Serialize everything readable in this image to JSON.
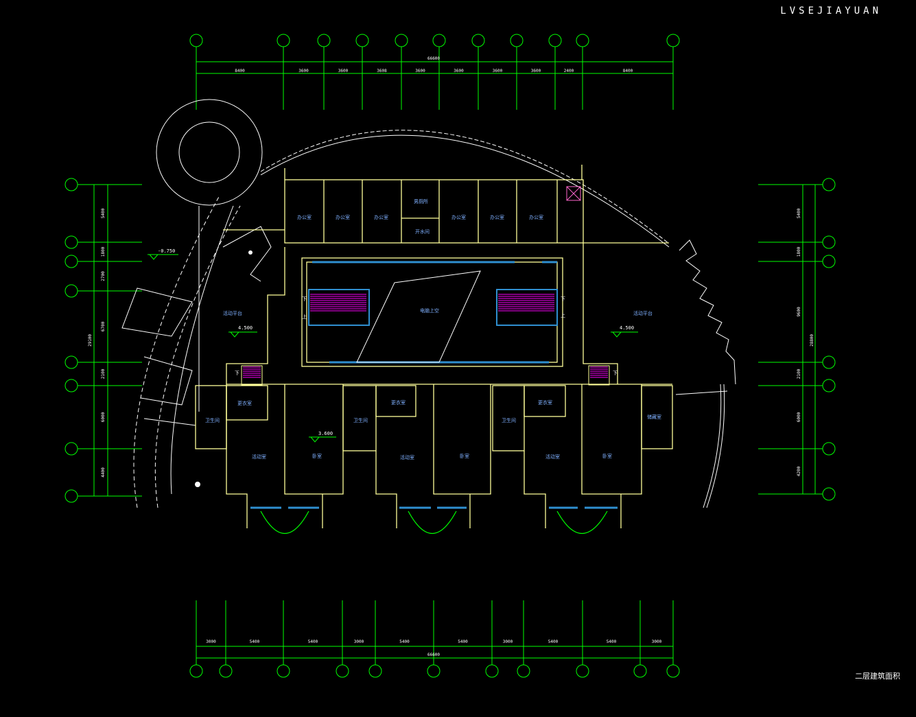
{
  "watermark": "LVSEJIAYUAN",
  "drawing_title": "二层建筑面积",
  "colors": {
    "background": "#000000",
    "grid": "#00ff00",
    "wall": "#ffff99",
    "window": "#2f8fd0",
    "stair": "#ff00ff",
    "outline": "#ffffff",
    "label": "#7fb0ff"
  },
  "dimensions": {
    "top_total": "66600",
    "top_segments": [
      "8400",
      "3600",
      "3600",
      "3608",
      "3600",
      "3600",
      "3600",
      "3600",
      "2400",
      "8400"
    ],
    "bottom_total": "66600",
    "bottom_segments": [
      "3000",
      "5400",
      "5400",
      "3000",
      "5400",
      "5400",
      "3000",
      "5400",
      "5400",
      "3000"
    ],
    "left_total": "29100",
    "left_segments": [
      "5400",
      "1800",
      "2700",
      "6700",
      "2100",
      "6000",
      "4400"
    ],
    "right_total": "28800",
    "right_segments": [
      "5400",
      "1800",
      "9600",
      "2100",
      "6000",
      "4200"
    ]
  },
  "elevations": {
    "left_ramp": "-0.750",
    "terrace_left": "4.500",
    "terrace_right": "4.500",
    "floor": "3.600"
  },
  "rooms": {
    "top_row": [
      "办公室",
      "办公室",
      "办公室",
      "办公室",
      "办公室",
      "办公室"
    ],
    "toilet_top": "男厕所",
    "toilet_top2": "开水间",
    "center": "电脑上空",
    "terrace_left": "活动平台",
    "terrace_right": "活动平台",
    "stair_up": "上",
    "stair_down": "下",
    "lower": [
      {
        "name": "更衣室"
      },
      {
        "name": "卫生间"
      },
      {
        "name": "活动室"
      },
      {
        "name": "卧室"
      },
      {
        "name": "卫生间"
      },
      {
        "name": "更衣室"
      },
      {
        "name": "活动室"
      },
      {
        "name": "卧室"
      },
      {
        "name": "卫生间"
      },
      {
        "name": "更衣室"
      },
      {
        "name": "活动室"
      },
      {
        "name": "卧室"
      },
      {
        "name": "储藏室"
      }
    ]
  }
}
